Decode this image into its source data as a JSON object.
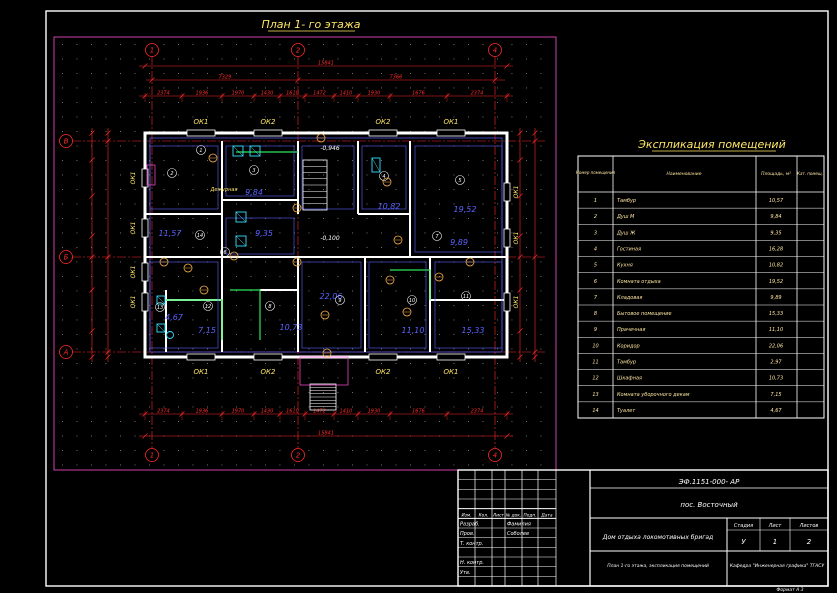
{
  "drawing": {
    "title": "План 1- го этажа",
    "axes_vertical": [
      "1",
      "2",
      "4"
    ],
    "axes_horizontal": [
      "В",
      "Б",
      "А"
    ],
    "dims_overall": "15841",
    "dims_left_part": "7329",
    "dims_right_part": "7366",
    "dims_top_chain": [
      "2374",
      "1936",
      "1970",
      "1430",
      "1610",
      "1472",
      "1410",
      "1930",
      "1676",
      "2374"
    ],
    "dims_bottom_chain": [
      "2374",
      "1936",
      "1970",
      "1430",
      "1610",
      "1472",
      "1410",
      "1930",
      "1676",
      "2374"
    ],
    "window_labels_top": [
      "ОК1",
      "ОК2",
      "ОК2",
      "ОК1"
    ],
    "window_labels_bottom": [
      "ОК1",
      "ОК2",
      "ОК2",
      "ОК1"
    ],
    "window_labels_left": [
      "ОК1",
      "ОК1",
      "ОК1",
      "ОК1"
    ],
    "window_labels_right": [
      "ОК1",
      "ОК1",
      "ОК1"
    ],
    "level_marks": [
      "-0,946",
      "-0,100"
    ],
    "room_areas": [
      "9,84",
      "9,35",
      "11,57",
      "10,82",
      "19,52",
      "9,89",
      "22,06",
      "10,73",
      "7,15",
      "4,67",
      "11,10",
      "15,33"
    ],
    "room_numbers": [
      "1",
      "2",
      "3",
      "4",
      "5",
      "6",
      "7",
      "8",
      "9",
      "10",
      "11",
      "12",
      "13",
      "14"
    ],
    "small_text_1": "Дежурная"
  },
  "explication": {
    "title": "Экспликация помещений",
    "headers": [
      "Номер помещения",
      "Наименование",
      "Площадь, м²",
      "Кат. помещ."
    ],
    "rows": [
      {
        "n": "1",
        "name": "Тамбур",
        "area": "10,57"
      },
      {
        "n": "2",
        "name": "Душ М",
        "area": "9,84"
      },
      {
        "n": "3",
        "name": "Душ Ж",
        "area": "9,35"
      },
      {
        "n": "4",
        "name": "Гостиная",
        "area": "16,28"
      },
      {
        "n": "5",
        "name": "Кухня",
        "area": "10,82"
      },
      {
        "n": "6",
        "name": "Комната отдыха",
        "area": "19,52"
      },
      {
        "n": "7",
        "name": "Кладовая",
        "area": "9,89"
      },
      {
        "n": "8",
        "name": "Бытовое помещение",
        "area": "15,33"
      },
      {
        "n": "9",
        "name": "Прачечная",
        "area": "11,10"
      },
      {
        "n": "10",
        "name": "Коридор",
        "area": "22,06"
      },
      {
        "n": "11",
        "name": "Тамбур",
        "area": "2,97"
      },
      {
        "n": "12",
        "name": "Шкафная",
        "area": "10,73"
      },
      {
        "n": "13",
        "name": "Комната уборочного декам",
        "area": "7,15"
      },
      {
        "n": "14",
        "name": "Туалет",
        "area": "4,67"
      }
    ]
  },
  "titleblock": {
    "code": "ЭФ.1151-000- АР",
    "place": "пос. Восточный",
    "project": "Дом отдыха локомотивных бригад",
    "left_heads": [
      "Изм.",
      "Кол.",
      "Лист",
      "№ док.",
      "Подп.",
      "Дата"
    ],
    "roles": [
      "Разраб.",
      "Пров.",
      "Т. контр.",
      "",
      "Н. контр.",
      "Утв."
    ],
    "names": [
      "Фамилия",
      "Соболев",
      "",
      "",
      "",
      ""
    ],
    "stage_head": [
      "Стадия",
      "Лист",
      "Листов"
    ],
    "stage_vals": [
      "У",
      "1",
      "2"
    ],
    "sheet_desc": "План 1-го этажа, экспликация помещений",
    "org": "Кафедра \"Инженерная графика\" ТГАСУ",
    "format": "Формат А 3"
  },
  "colors": {
    "bg": "#000000",
    "frame": "#ffffff",
    "wall": "#ffffff",
    "dim": "#ff2a2a",
    "magenta": "#ff4fd8",
    "green": "#2ee65a",
    "cyan": "#33dfff",
    "yellow": "#ffe766",
    "blue": "#5a62ff",
    "table_text": "#ffe6a0"
  }
}
